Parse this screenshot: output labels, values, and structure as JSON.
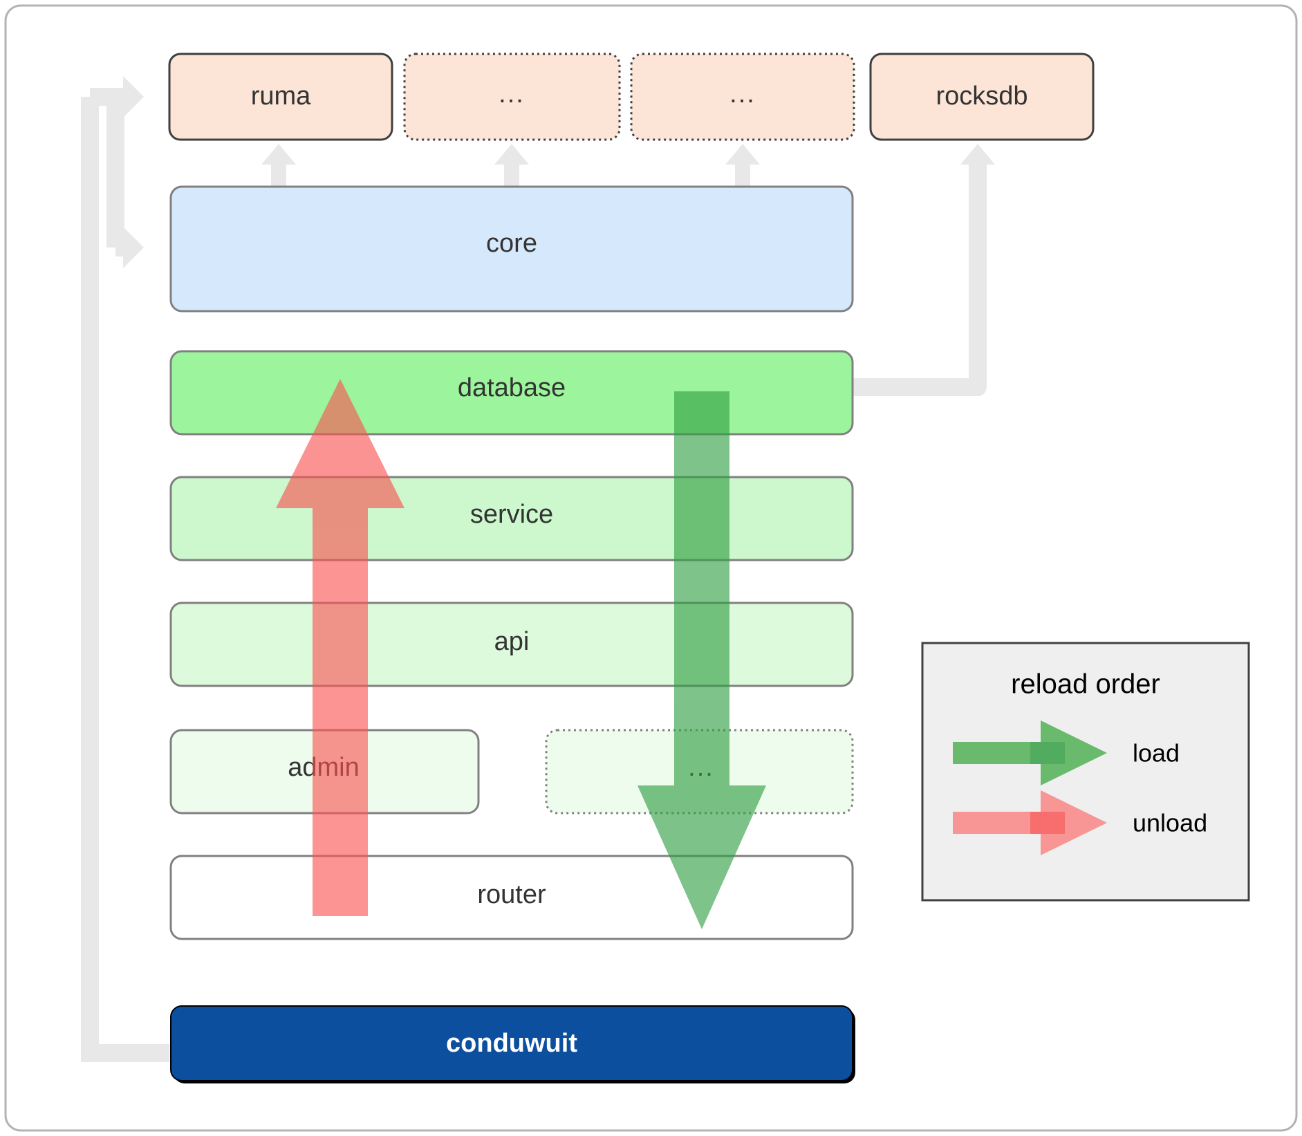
{
  "diagram": {
    "title": "conduwuit crate architecture / reload order",
    "background": "#ffffff",
    "frame_border_color": "#b3b3b3",
    "external_crates": [
      {
        "id": "ruma",
        "label": "ruma",
        "fill": "#fce5d6",
        "stroke": "#3f3f3f",
        "style": "solid"
      },
      {
        "id": "ext-dots-1",
        "label": "...",
        "fill": "#fce5d6",
        "stroke": "#3f3f3f",
        "style": "dotted"
      },
      {
        "id": "ext-dots-2",
        "label": "...",
        "fill": "#fce5d6",
        "stroke": "#3f3f3f",
        "style": "dotted"
      },
      {
        "id": "rocksdb",
        "label": "rocksdb",
        "fill": "#fce5d6",
        "stroke": "#3f3f3f",
        "style": "solid"
      }
    ],
    "layers": [
      {
        "id": "core",
        "label": "core",
        "fill": "#d6e8fb",
        "stroke": "#808080",
        "style": "solid"
      },
      {
        "id": "database",
        "label": "database",
        "fill": "#9cf59c",
        "stroke": "#808080",
        "style": "solid"
      },
      {
        "id": "service",
        "label": "service",
        "fill": "#cdf7cd",
        "stroke": "#808080",
        "style": "solid"
      },
      {
        "id": "api",
        "label": "api",
        "fill": "#ddfadd",
        "stroke": "#808080",
        "style": "solid"
      },
      {
        "id": "admin",
        "label": "admin",
        "fill": "#edfced",
        "stroke": "#808080",
        "style": "solid"
      },
      {
        "id": "layer-dots",
        "label": "...",
        "fill": "#edfced",
        "stroke": "#808080",
        "style": "dotted"
      },
      {
        "id": "router",
        "label": "router",
        "fill": "#ffffff",
        "stroke": "#808080",
        "style": "solid"
      }
    ],
    "binary": {
      "id": "conduwuit",
      "label": "conduwuit",
      "fill": "#0b4f9e",
      "stroke": "#000000"
    },
    "legend": {
      "title": "reload order",
      "fill": "#efefef",
      "stroke": "#404040",
      "items": [
        {
          "id": "load",
          "label": "load",
          "color": "#4caf50",
          "direction": "down"
        },
        {
          "id": "unload",
          "label": "unload",
          "color": "#fa8282",
          "direction": "up"
        }
      ]
    },
    "flow_arrows": [
      {
        "id": "unload-arrow",
        "label": "unload",
        "color": "#fa8282",
        "direction": "up",
        "from": "router",
        "to": "database"
      },
      {
        "id": "load-arrow",
        "label": "load",
        "color": "#4caf50",
        "direction": "down",
        "from": "database",
        "to": "router"
      }
    ],
    "dependency_color": "#e8e8e8",
    "dependencies": [
      {
        "from": "core",
        "to": "ruma"
      },
      {
        "from": "core",
        "to": "ext-dots-1"
      },
      {
        "from": "core",
        "to": "ext-dots-2"
      },
      {
        "from": "database",
        "to": "rocksdb"
      },
      {
        "from": "conduwuit",
        "to": "ruma"
      },
      {
        "from": "conduwuit",
        "to": "core"
      }
    ]
  }
}
